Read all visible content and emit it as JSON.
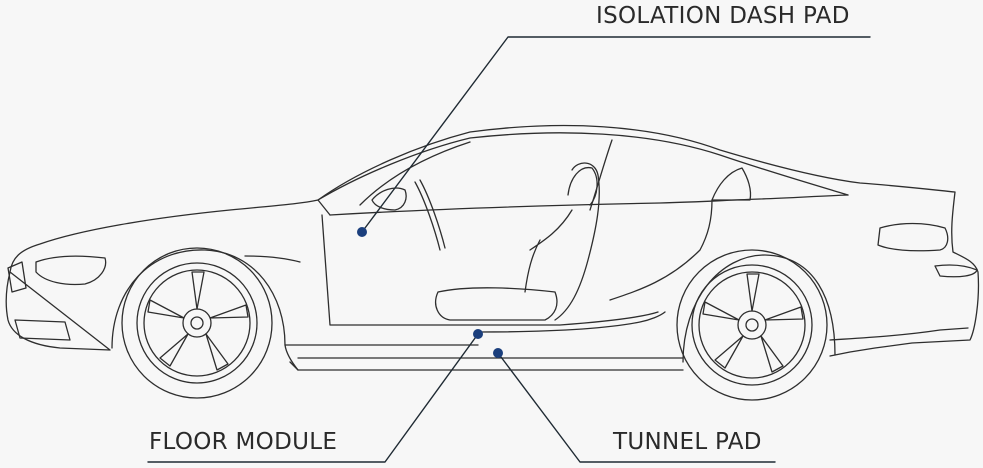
{
  "labels": {
    "isolation_dash_pad": "ISOLATION DASH PAD",
    "floor_module": "FLOOR MODULE",
    "tunnel_pad": "TUNNEL PAD"
  },
  "colors": {
    "outline": "#2e2e2e",
    "marker": "#1b3f7d",
    "background": "#f7f7f7"
  }
}
